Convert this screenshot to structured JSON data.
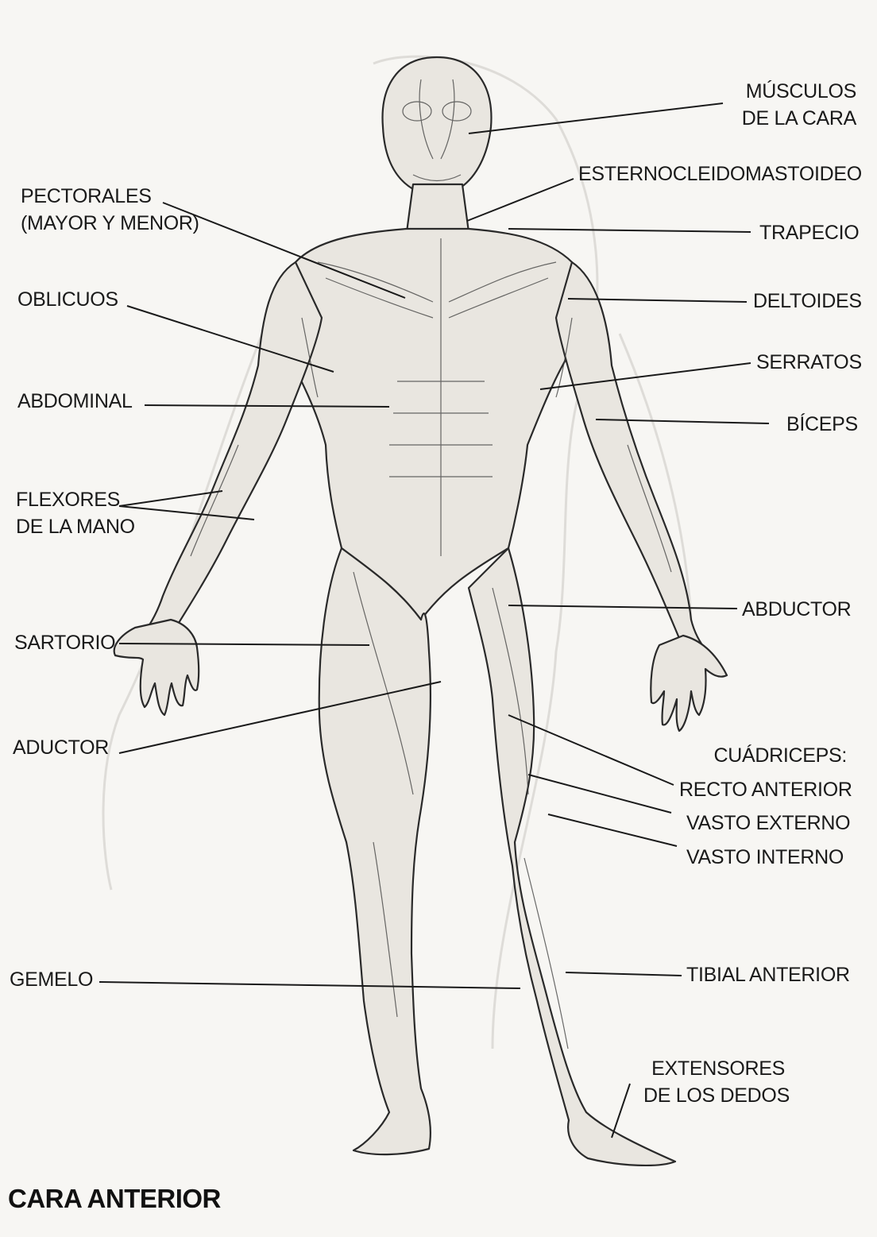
{
  "title": "CARA ANTERIOR",
  "labels": {
    "musculos_cara_1": "MÚSCULOS",
    "musculos_cara_2": "DE LA CARA",
    "esternocleidomastoideo": "ESTERNOCLEIDOMASTOIDEO",
    "pectorales_1": "PECTORALES",
    "pectorales_2": "(MAYOR Y MENOR)",
    "trapecio": "TRAPECIO",
    "oblicuos": "OBLICUOS",
    "deltoides": "DELTOIDES",
    "serratos": "SERRATOS",
    "abdominal": "ABDOMINAL",
    "biceps": "BÍCEPS",
    "flexores_1": "FLEXORES",
    "flexores_2": "DE LA MANO",
    "abductor": "ABDUCTOR",
    "sartorio": "SARTORIO",
    "aductor": "ADUCTOR",
    "cuadriceps": "CUÁDRICEPS:",
    "recto_anterior": "RECTO ANTERIOR",
    "vasto_externo": "VASTO EXTERNO",
    "vasto_interno": "VASTO INTERNO",
    "gemelo": "GEMELO",
    "tibial_anterior": "TIBIAL ANTERIOR",
    "extensores_1": "EXTENSORES",
    "extensores_2": "DE LOS DEDOS"
  },
  "colors": {
    "background": "#f7f6f3",
    "ink": "#1a1a1a",
    "figure_fill": "#e9e6e0",
    "figure_stroke": "#2a2a2a",
    "bleed_through": "#d6d4d0"
  }
}
